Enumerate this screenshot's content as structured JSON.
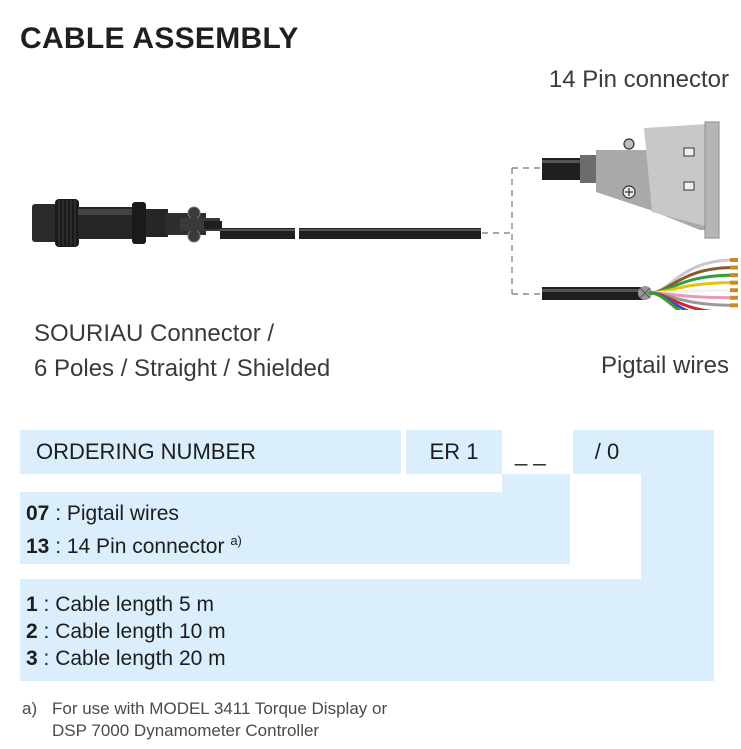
{
  "title": "CABLE ASSEMBLY",
  "drawing": {
    "pin_connector_label": "14 Pin connector",
    "souriau_line1": "SOURIAU Connector /",
    "souriau_line2": "6 Poles / Straight / Shielded",
    "pigtail_label": "Pigtail wires",
    "wire_colors": [
      "#c9c9c9",
      "#8b5a2b",
      "#2e9e3e",
      "#e6c20a",
      "#f3f3f3",
      "#e89ab3",
      "#9a9a9a",
      "#d2262e",
      "#2a56c6",
      "#3f9a2a"
    ]
  },
  "ordering": {
    "label": "ORDERING NUMBER",
    "prefix": "ER 1",
    "blank1": "_ _",
    "sep": "/ 0",
    "blank2": "_"
  },
  "connector_options": [
    {
      "code": "07",
      "desc": " : Pigtail wires",
      "sup": ""
    },
    {
      "code": "13",
      "desc": " : 14 Pin connector",
      "sup": "a)"
    }
  ],
  "length_options": [
    {
      "code": "1",
      "desc": " : Cable length 5 m"
    },
    {
      "code": "2",
      "desc": " : Cable length 10 m"
    },
    {
      "code": "3",
      "desc": " : Cable length 20 m"
    }
  ],
  "footnote": {
    "ref": "a)",
    "line1": "For use with MODEL 3411 Torque Display or",
    "line2": "DSP 7000 Dynamometer Controller"
  }
}
